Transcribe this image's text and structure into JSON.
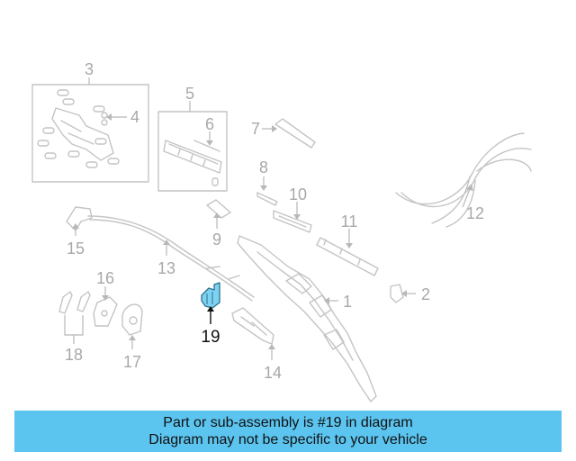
{
  "callouts": {
    "c1": "1",
    "c2": "2",
    "c3": "3",
    "c4": "4",
    "c5": "5",
    "c6": "6",
    "c7": "7",
    "c8": "8",
    "c9": "9",
    "c10": "10",
    "c11": "11",
    "c12": "12",
    "c13": "13",
    "c14": "14",
    "c15": "15",
    "c16": "16",
    "c17": "17",
    "c18": "18",
    "c19": "19"
  },
  "highlighted_part": "19",
  "banner": {
    "line1": "Part or sub-assembly is #19 in diagram",
    "line2": "Diagram may not be specific to your vehicle"
  },
  "colors": {
    "highlight_fill": "#7fd3f2",
    "banner_bg": "#5bc4ef",
    "part_stroke": "#c4c4c4",
    "callout_text": "#a8a8a8"
  }
}
